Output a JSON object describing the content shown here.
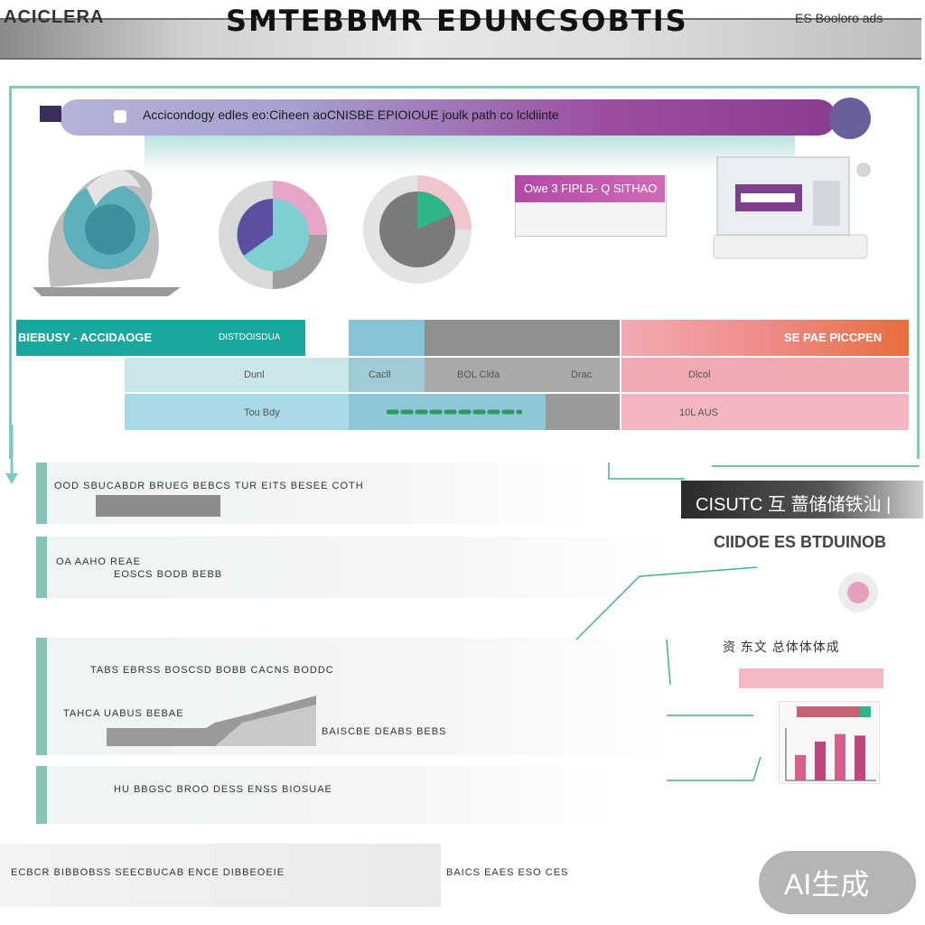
{
  "header": {
    "left_text": "ACICLERA",
    "title": "SMTEBBMR EDUNCSOBTIS",
    "right_text": "ES Booloro ads"
  },
  "banner": {
    "text": "Accicondogy edles  eo:Ciheen aoCNISBE EPIOIOUE joulk path co lcldiinte",
    "tag": "Owe 3 FIPLB- Q SITHAO"
  },
  "table": {
    "title": "BIEBUSY - ACCIDAOGE",
    "col2": "DISTDOISDUA",
    "right_head": "SE PAE PICCPEN",
    "rows": [
      [
        "Dunl",
        "Cacll",
        "BOL  Clda",
        "Drac",
        "Dlcol"
      ],
      [
        "Tou  Bdy",
        "",
        "",
        "",
        "10L  AUS"
      ]
    ],
    "colors": {
      "teal": "#1aa79d",
      "sky": "#86c4d6",
      "gray": "#8f8f8f",
      "salmon": "#ef8c8a",
      "orange": "#e56e3c",
      "pink": "#f2aab2"
    }
  },
  "rows": {
    "r1": "OOD SBUCABDR BRUEG BEBCS TUR EITS BESEE COTH",
    "r2a": "OA  AAHO REAE",
    "r2b": "EOSCS BODB BEBB",
    "r3a": "TABS EBRSS BOSCSD BOBB CACNS BODDC",
    "r3b": "TAHCA UABUS BEBAE",
    "r3c": "BAISCBE DEABS BEBS",
    "r4": "HU BBGSC BROO DESS ENSS BIOSUAE",
    "footer": "ECBCR BIBBOBSS SEECBUCAB ENCE DIBBEOEIE",
    "footer2": "BAICS EAES ESO CES"
  },
  "side": {
    "head": "CISUTC 互 蔷储储铁汕 |",
    "sub": "CIIDOE ES BTDUINOB",
    "label": "资 东文 总体体体成",
    "chart_bars": [
      34,
      52,
      62,
      60
    ]
  },
  "badge": "AI生成"
}
